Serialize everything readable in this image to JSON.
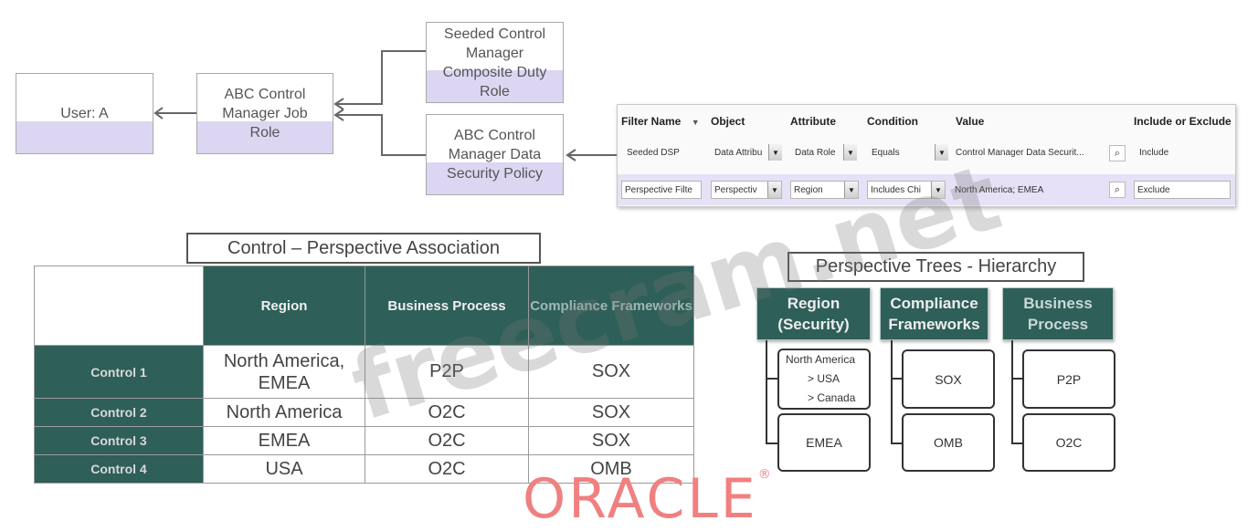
{
  "flow": {
    "user": "User: A",
    "job_role": "ABC Control Manager Job Role",
    "seeded_role": "Seeded Control Manager Composite Duty Role",
    "data_policy": "ABC Control Manager Data Security Policy"
  },
  "filter_grid": {
    "headers": {
      "filter_name": "Filter Name",
      "object": "Object",
      "attribute": "Attribute",
      "condition": "Condition",
      "value": "Value",
      "include_exclude": "Include or Exclude"
    },
    "rows": [
      {
        "filter_name": "Seeded DSP",
        "object": "Data Attribu",
        "attribute": "Data Role",
        "condition": "Equals",
        "value": "Control Manager Data Securit...",
        "include_exclude": "Include"
      },
      {
        "filter_name": "Perspective Filte",
        "object": "Perspectiv",
        "attribute": "Region",
        "condition": "Includes Chi",
        "value": "North America; EMEA",
        "include_exclude": "Exclude"
      }
    ]
  },
  "association": {
    "title": "Control – Perspective Association",
    "columns": [
      "Region",
      "Business Process",
      "Compliance Frameworks"
    ],
    "rows": [
      {
        "control": "Control 1",
        "region": "North America, EMEA",
        "process": "P2P",
        "framework": "SOX"
      },
      {
        "control": "Control 2",
        "region": "North America",
        "process": "O2C",
        "framework": "SOX"
      },
      {
        "control": "Control 3",
        "region": "EMEA",
        "process": "O2C",
        "framework": "SOX"
      },
      {
        "control": "Control 4",
        "region": "USA",
        "process": "O2C",
        "framework": "OMB"
      }
    ]
  },
  "trees": {
    "title": "Perspective Trees - Hierarchy",
    "region": {
      "header": "Region (Security)",
      "node1": [
        "North America",
        "> USA",
        "> Canada"
      ],
      "node2": "EMEA"
    },
    "compliance": {
      "header": "Compliance Frameworks",
      "node1": "SOX",
      "node2": "OMB"
    },
    "business": {
      "header": "Business Process",
      "node1": "P2P",
      "node2": "O2C"
    }
  },
  "watermark": "freecram.net",
  "logo": "ORACLE"
}
